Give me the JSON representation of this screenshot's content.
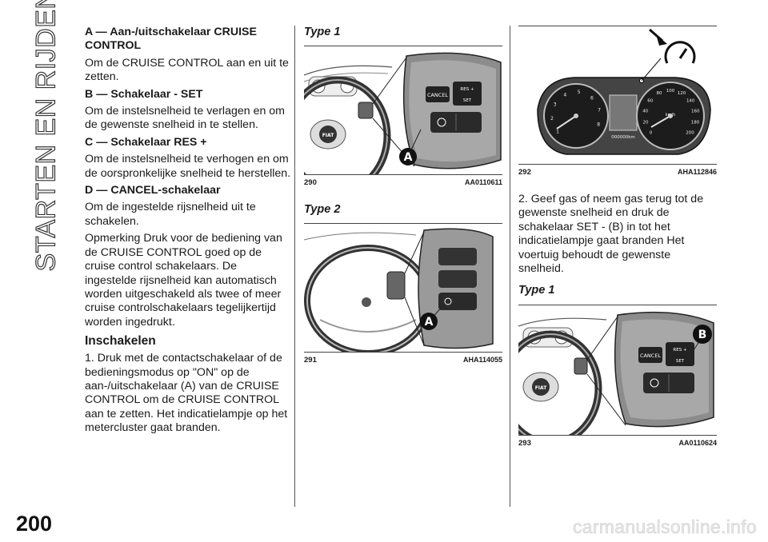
{
  "sidebar": {
    "section_title": "STARTEN EN RIJDEN"
  },
  "page": {
    "number": "200",
    "watermark": "carmanualsonline.info"
  },
  "column1": {
    "items": [
      {
        "term": "A — Aan-/uitschakelaar CRUISE CONTROL",
        "text": "Om de CRUISE CONTROL aan en uit te zetten."
      },
      {
        "term": "B — Schakelaar - SET",
        "text": "Om de instelsnelheid te verlagen en om de gewenste snelheid in te stellen."
      },
      {
        "term": "C — Schakelaar RES +",
        "text": "Om de instelsnelheid te verhogen en om de oorspronkelijke snelheid te herstellen."
      },
      {
        "term": "D — CANCEL-schakelaar",
        "text": "Om de ingestelde rijsnelheid uit te schakelen."
      }
    ],
    "note": "Opmerking  Druk voor de bediening van de CRUISE CONTROL goed op de cruise control schakelaars. De ingestelde rijsnelheid kan automatisch worden uitgeschakeld als twee of meer cruise controlschakelaars tegelijkertijd worden ingedrukt.",
    "heading": "Inschakelen",
    "step1": "1. Druk met de contactschakelaar of de bedieningsmodus op \"ON\" op de aan-/uitschakelaar (A) van de CRUISE CONTROL om de CRUISE CONTROL aan te zetten. Het indicatielampje op het metercluster gaat branden."
  },
  "column2": {
    "type1_label": "Type 1",
    "fig290": {
      "number": "290",
      "code": "AA0110611",
      "callout": "A",
      "cancel": "CANCEL",
      "res": "RES +",
      "set": "SET",
      "brand": "FIAT"
    },
    "type2_label": "Type 2",
    "fig291": {
      "number": "291",
      "code": "AHA114055",
      "callout": "A"
    }
  },
  "column3": {
    "fig292": {
      "number": "292",
      "code": "AHA112846",
      "odo": "000000km",
      "unit": "km/h",
      "speeds": [
        "0",
        "20",
        "40",
        "60",
        "80",
        "100",
        "120",
        "140",
        "160",
        "180",
        "200"
      ],
      "revs": [
        "1",
        "2",
        "3",
        "4",
        "5",
        "6",
        "7",
        "8"
      ]
    },
    "step2": "2. Geef gas of neem gas terug tot de gewenste snelheid en druk de schakelaar SET - (B) in tot het indicatielampje gaat branden Het voertuig behoudt de gewenste snelheid.",
    "type1_label": "Type 1",
    "fig293": {
      "number": "293",
      "code": "AA0110624",
      "callout": "B",
      "cancel": "CANCEL",
      "res": "RES +",
      "set": "SET",
      "brand": "FIAT"
    }
  }
}
